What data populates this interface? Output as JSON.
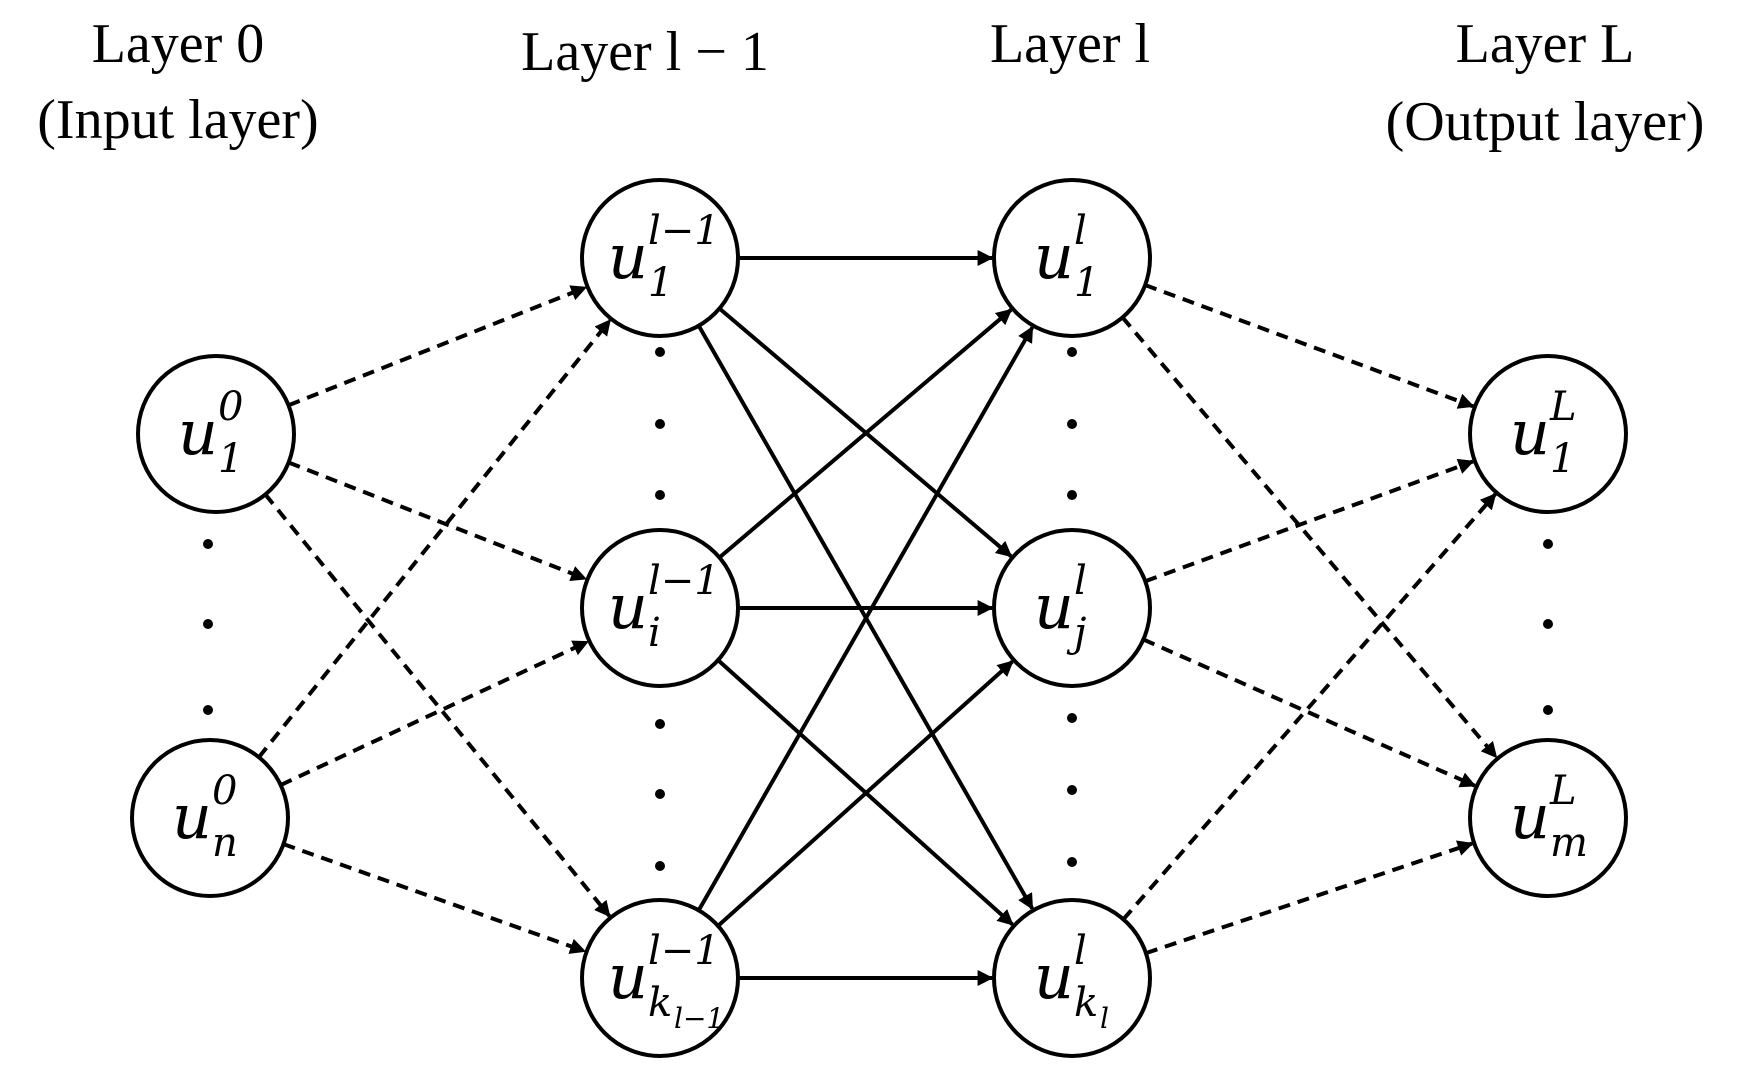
{
  "layers": [
    {
      "title": "Layer 0",
      "subtitle": "(Input layer)"
    },
    {
      "title": "Layer l − 1",
      "subtitle": ""
    },
    {
      "title": "Layer l",
      "subtitle": ""
    },
    {
      "title": "Layer L",
      "subtitle": "(Output layer)"
    }
  ],
  "nodes": {
    "in1": {
      "base": "u",
      "sup": "0",
      "sub": "1"
    },
    "inN": {
      "base": "u",
      "sup": "0",
      "sub": "n"
    },
    "p1": {
      "base": "u",
      "sup": "l−1",
      "sub": "1"
    },
    "pi": {
      "base": "u",
      "sup": "l−1",
      "sub": "i"
    },
    "pk": {
      "base": "u",
      "sup": "l−1",
      "sub": "k",
      "subsub": "l−1"
    },
    "c1": {
      "base": "u",
      "sup": "l",
      "sub": "1"
    },
    "cj": {
      "base": "u",
      "sup": "l",
      "sub": "j"
    },
    "ck": {
      "base": "u",
      "sup": "l",
      "sub": "k",
      "subsub": "l"
    },
    "o1": {
      "base": "u",
      "sup": "L",
      "sub": "1"
    },
    "om": {
      "base": "u",
      "sup": "L",
      "sub": "m"
    }
  },
  "edges": [
    {
      "from": "in1",
      "to": "p1",
      "style": "dashed"
    },
    {
      "from": "in1",
      "to": "pi",
      "style": "dashed"
    },
    {
      "from": "in1",
      "to": "pk",
      "style": "dashed"
    },
    {
      "from": "inN",
      "to": "p1",
      "style": "dashed"
    },
    {
      "from": "inN",
      "to": "pi",
      "style": "dashed"
    },
    {
      "from": "inN",
      "to": "pk",
      "style": "dashed"
    },
    {
      "from": "p1",
      "to": "c1",
      "style": "solid"
    },
    {
      "from": "p1",
      "to": "cj",
      "style": "solid"
    },
    {
      "from": "p1",
      "to": "ck",
      "style": "solid"
    },
    {
      "from": "pi",
      "to": "c1",
      "style": "solid"
    },
    {
      "from": "pi",
      "to": "cj",
      "style": "solid"
    },
    {
      "from": "pi",
      "to": "ck",
      "style": "solid"
    },
    {
      "from": "pk",
      "to": "c1",
      "style": "solid"
    },
    {
      "from": "pk",
      "to": "cj",
      "style": "solid"
    },
    {
      "from": "pk",
      "to": "ck",
      "style": "solid"
    },
    {
      "from": "c1",
      "to": "o1",
      "style": "dashed"
    },
    {
      "from": "c1",
      "to": "om",
      "style": "dashed"
    },
    {
      "from": "cj",
      "to": "o1",
      "style": "dashed"
    },
    {
      "from": "cj",
      "to": "om",
      "style": "dashed"
    },
    {
      "from": "ck",
      "to": "o1",
      "style": "dashed"
    },
    {
      "from": "ck",
      "to": "om",
      "style": "dashed"
    }
  ],
  "colors": {
    "stroke": "#000000",
    "background": "#ffffff"
  }
}
